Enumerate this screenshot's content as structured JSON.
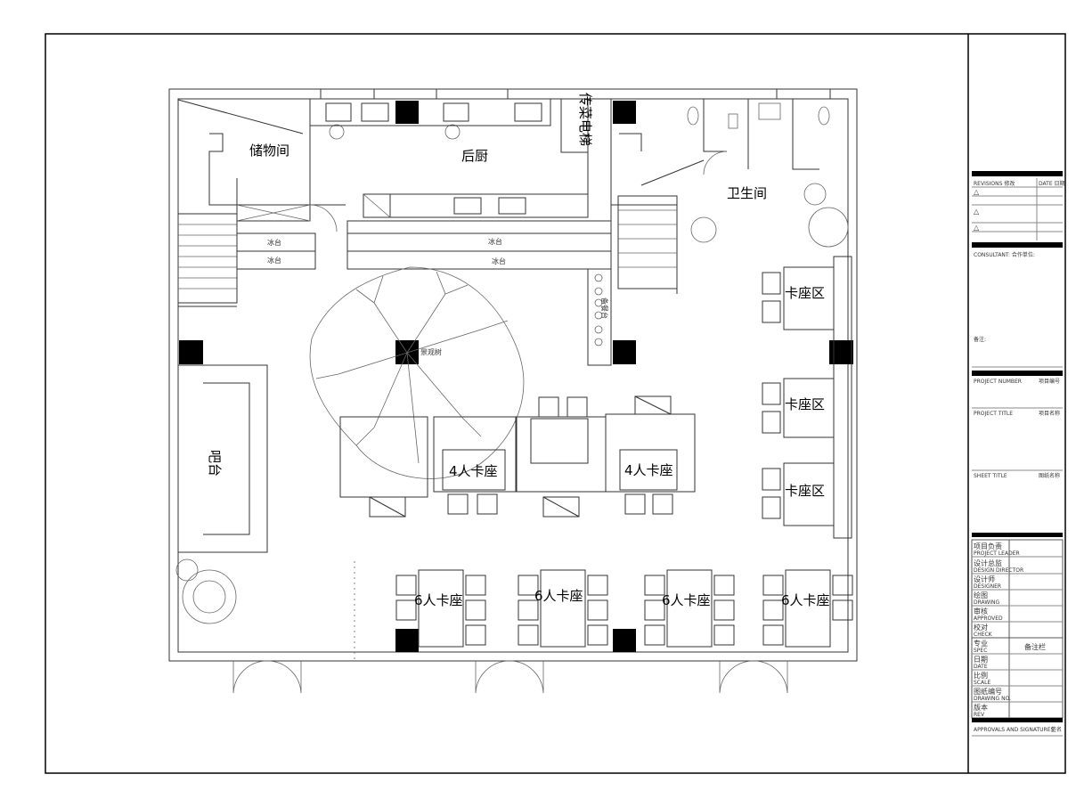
{
  "plan": {
    "rooms": {
      "storage": "储物间",
      "kitchen": "后厨",
      "dumbwaiter": "传菜电梯",
      "restroom": "卫生间",
      "bar": "吧台",
      "landscape_tree": "景观树",
      "serving": "备餐台"
    },
    "counters": [
      "冰台",
      "冰台",
      "冰台",
      "冰台"
    ],
    "booth_area": [
      "卡座区",
      "卡座区",
      "卡座区"
    ],
    "four_seat": [
      "4人卡座",
      "4人卡座"
    ],
    "six_seat": [
      "6人卡座",
      "6人卡座",
      "6人卡座",
      "6人卡座"
    ]
  },
  "title_block": {
    "revisions": "REVISIONS 修改",
    "date": "DATE 日期",
    "consultant": "CONSULTANT: 合作单位:",
    "notes": "备注:",
    "project_number": "PROJECT NUMBER",
    "project_number_cn": "项目编号",
    "project_title": "PROJECT TITLE",
    "project_title_cn": "项目名称",
    "sheet_title": "SHEET TITLE",
    "sheet_title_cn": "图纸名称",
    "rows": [
      {
        "cn": "项目负责",
        "en": "PROJECT LEADER"
      },
      {
        "cn": "设计总监",
        "en": "DESIGN DIRECTOR"
      },
      {
        "cn": "设计师",
        "en": "DESIGNER"
      },
      {
        "cn": "绘图",
        "en": "DRAWING"
      },
      {
        "cn": "审核",
        "en": "APPROVED"
      },
      {
        "cn": "校对",
        "en": "CHECK"
      }
    ],
    "rows2": [
      {
        "cn": "专业",
        "en": "SPEC"
      },
      {
        "cn": "日期",
        "en": "DATE"
      },
      {
        "cn": "比例",
        "en": "SCALE"
      },
      {
        "cn": "图纸编号",
        "en": "DRAWING NO."
      },
      {
        "cn": "版本",
        "en": "REV"
      }
    ],
    "remark": "备注栏",
    "approvals": "APPROVALS AND SIGNATURES",
    "approvals_cn": "签名"
  }
}
